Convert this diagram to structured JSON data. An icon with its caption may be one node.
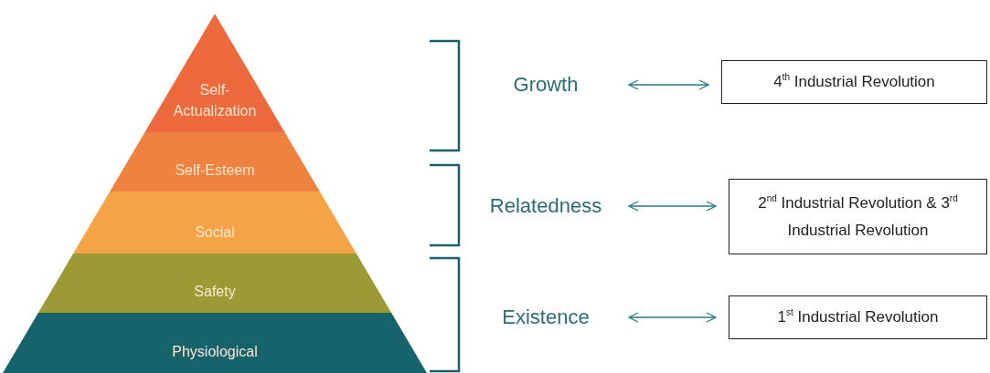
{
  "diagram": {
    "nodes": [
      {
        "text": [
          "Self-Actualization"
        ]
      },
      {
        "text": [
          "Self-Esteem"
        ]
      },
      {
        "text": [
          "Social"
        ]
      },
      {
        "text": [
          "Safety"
        ]
      },
      {
        "text": [
          "Physiological"
        ]
      },
      {
        "text": [
          "Growth"
        ]
      },
      {
        "text": [
          "4$^{th}$ Industrial Revolution"
        ]
      },
      {
        "text": [
          "Relatedness"
        ]
      },
      {
        "text": [
          "2$^{nd}$ Industrial Revolution & 3$^{rd}$ Industrial Revolution"
        ]
      },
      {
        "text": [
          "Existence"
        ]
      },
      {
        "text": [
          "1$^{st}$ Industrial Revolution"
        ]
      }
    ],
    "edges": [
      {
        "from": 5,
        "to": 6,
        "arrow": "both"
      },
      {
        "from": 7,
        "to": 8,
        "arrow": "both"
      },
      {
        "from": 9,
        "to": 10,
        "arrow": "both"
      }
    ]
  }
}
